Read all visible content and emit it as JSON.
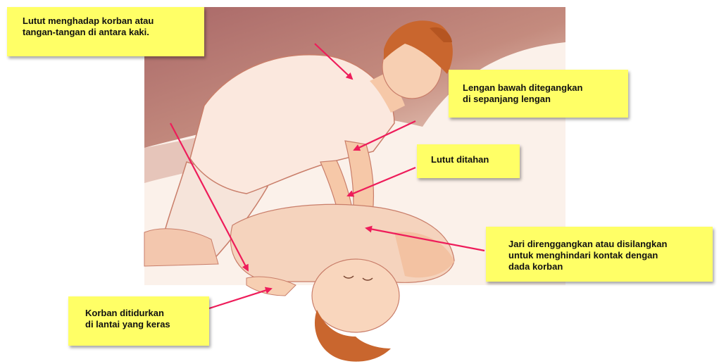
{
  "colors": {
    "note_background": "#ffff66",
    "arrow": "#ee1c5a",
    "backdrop": "#a96868",
    "skin": "#f5c6a5",
    "hair": "#c9662e"
  },
  "labels": {
    "knees": "Lutut menghadap korban atau\ntangan-tangan di antara kaki.",
    "forearm": "Lengan bawah ditegangkan\ndi sepanjang lengan",
    "knee_held": "Lutut ditahan",
    "fingers": "Jari direnggangkan atau disilangkan\nuntuk menghindari kontak dengan\ndada korban",
    "victim": "Korban ditidurkan\ndi lantai yang keras"
  }
}
